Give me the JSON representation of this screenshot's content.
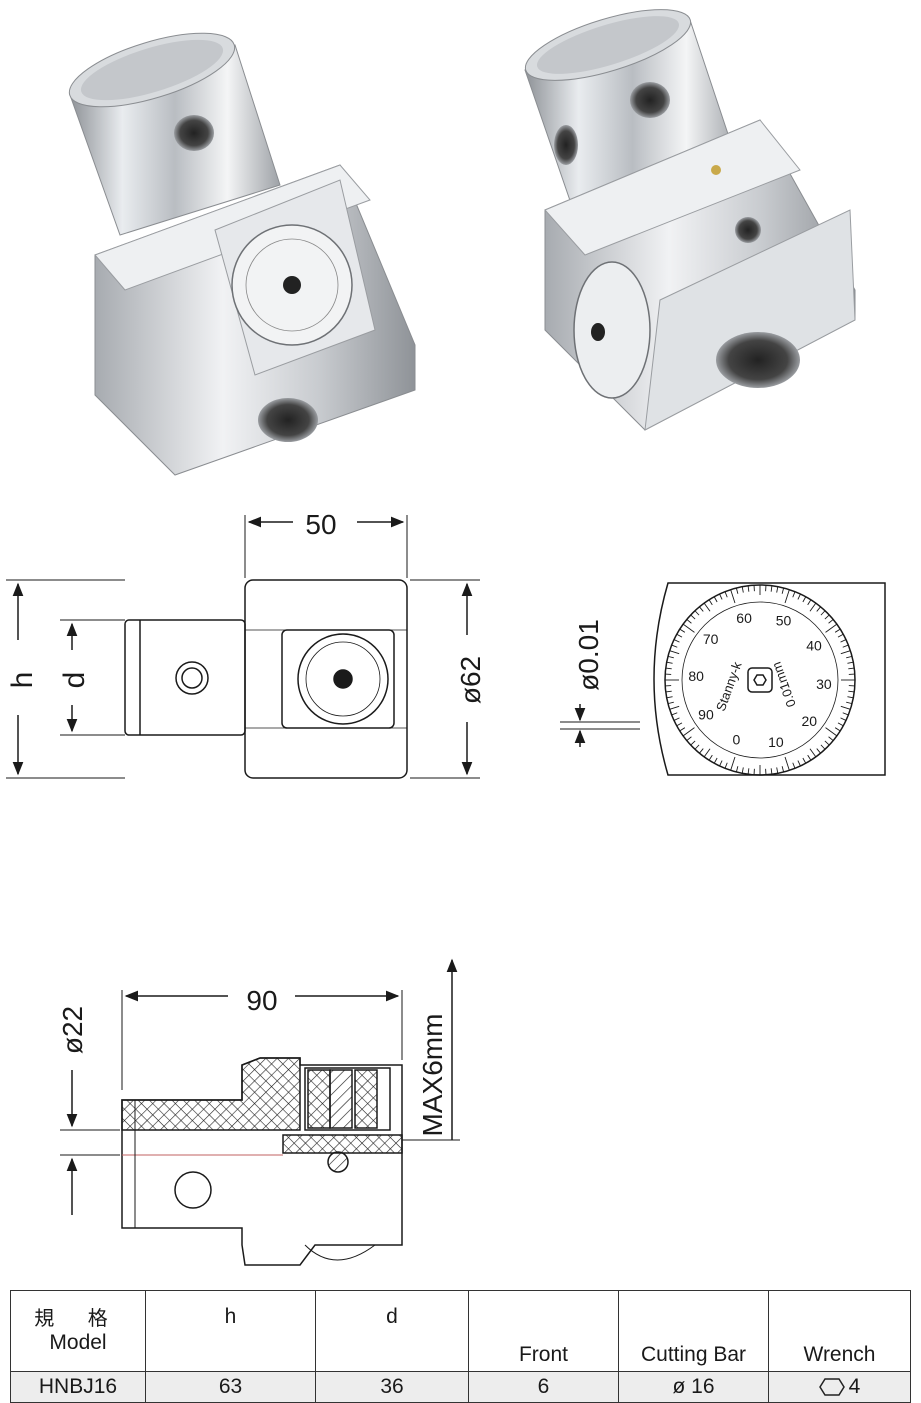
{
  "figure": {
    "views": {
      "side": {
        "width_label": "50",
        "height_label": "h",
        "inner_label": "d",
        "diameter_label": "ø62"
      },
      "dial": {
        "resolution_label": "ø0.01",
        "dial_numbers": [
          "0",
          "10",
          "20",
          "30",
          "40",
          "50",
          "60",
          "70",
          "80",
          "90"
        ],
        "dial_text_line1": "Stanny-k",
        "dial_text_line2": "0.01mm"
      },
      "section": {
        "length_label": "90",
        "diameter_label": "ø22",
        "max_label": "MAX6mm"
      }
    }
  },
  "table": {
    "headers": {
      "model_cn": "規 格",
      "model_en": "Model",
      "h": "h",
      "d": "d",
      "front": "Front",
      "cutting_bar": "Cutting Bar",
      "wrench": "Wrench"
    },
    "row": {
      "model": "HNBJ16",
      "h": "63",
      "d": "36",
      "front": "6",
      "cutting_bar": "ø 16",
      "wrench": "4",
      "wrench_icon": "hexagon-icon"
    }
  }
}
